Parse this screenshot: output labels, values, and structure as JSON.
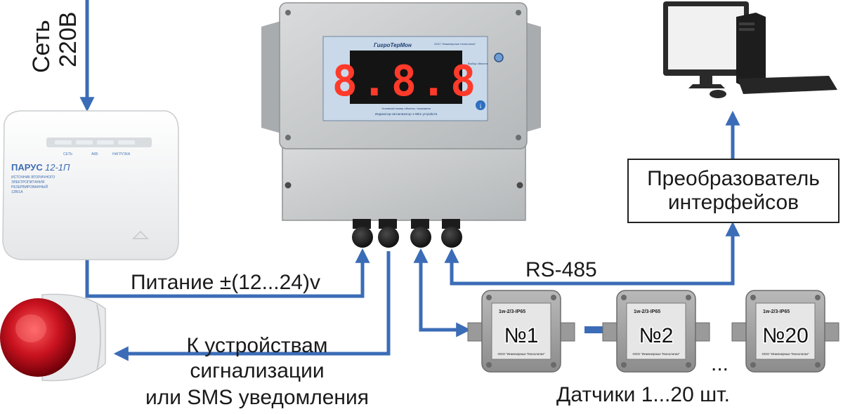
{
  "mains": {
    "line1": "Сеть",
    "line2": "220В"
  },
  "power_supply": {
    "brand": "ПАРУС",
    "model": "12-1П",
    "desc1": "ИСТОЧНИК ВТОРИЧНОГО",
    "desc2": "ЭЛЕКТРОПИТАНИЯ",
    "desc3": "РЕЗЕРВИРОВАННЫЙ",
    "desc4": "12В/1А",
    "led1": "СЕТЬ",
    "led2": "АКБ",
    "led3": "НАГРУЗКА"
  },
  "controller": {
    "title": "ГигроТерМон",
    "maker": "ООО \"Инженерные технологии\"",
    "display": "8.8.8",
    "cap1": "Условный номер объекта / показания",
    "cap2": "Индикатор-сигнализатор 1-Wire устройств",
    "button": "Выбор объекта"
  },
  "labels": {
    "power": "Питание ±(12...24)v",
    "alarm1": "К устройствам",
    "alarm2": "сигнализации",
    "alarm3": "или SMS уведомления",
    "rs485": "RS-485",
    "converter1": "Преобразователь",
    "converter2": "интерфейсов",
    "sensors": "Датчики 1...20 шт.",
    "ellipsis": "..."
  },
  "sensors": [
    {
      "num": "№1",
      "model": "1w-2/3-IP65",
      "maker": "ООО \"Инженерные Технологии\""
    },
    {
      "num": "№2",
      "model": "1w-2/3-IP65",
      "maker": "ООО \"Инженерные Технологии\""
    },
    {
      "num": "№20",
      "model": "1w-2/3-IP65",
      "maker": "ООО \"Инженерные Технологии\""
    }
  ],
  "colors": {
    "arrow": "#3b6cb7",
    "enclosure": "#c4c7c9",
    "display_bg": "#141414",
    "led": "#ff3a2a",
    "alarm_red": "#c8121f"
  }
}
